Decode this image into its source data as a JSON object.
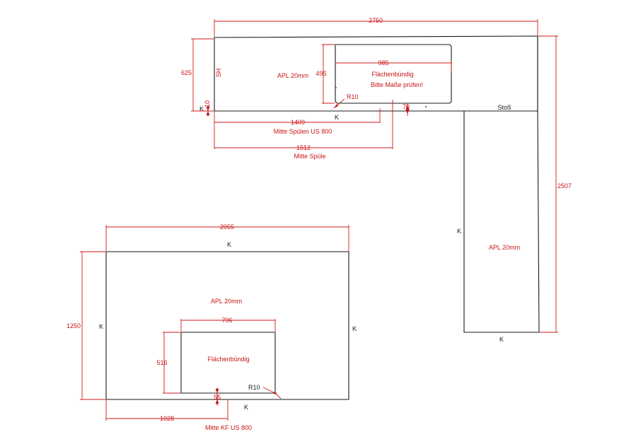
{
  "colors": {
    "dimension": "#d01818",
    "outline": "#1a1a1a",
    "background": "#ffffff"
  },
  "top_counter": {
    "total_width": "2750",
    "depth": "625",
    "wall_label": "SH",
    "material": "APL 20mm",
    "sink_width": "985",
    "sink_depth": "495",
    "sink_note_1": "Flächenbündig",
    "sink_note_2": "Bitte Maße prüfen!",
    "radius": "R10",
    "edge_offset": "10",
    "edge_left": "K",
    "edge_front": "K",
    "offset_70": "70",
    "joint": "Stoß",
    "dim_1409": "1409",
    "label_1409": "Mitte Spülen US 800",
    "dim_1512": "1512",
    "label_1512": "Mitte Spüle"
  },
  "right_counter": {
    "length": "2507",
    "material": "APL 20mm",
    "edge_left": "K",
    "edge_bottom": "K"
  },
  "island": {
    "total_width": "2055",
    "depth": "1250",
    "edge_top": "K",
    "edge_left": "K",
    "edge_right": "K",
    "edge_bottom": "K",
    "material": "APL 20mm",
    "cutout_width": "796",
    "cutout_depth": "516",
    "cutout_note": "Flächenbündig",
    "radius": "R10",
    "offset_55": "55",
    "dim_1028": "1028",
    "label_1028": "Mitte KF US 800"
  }
}
